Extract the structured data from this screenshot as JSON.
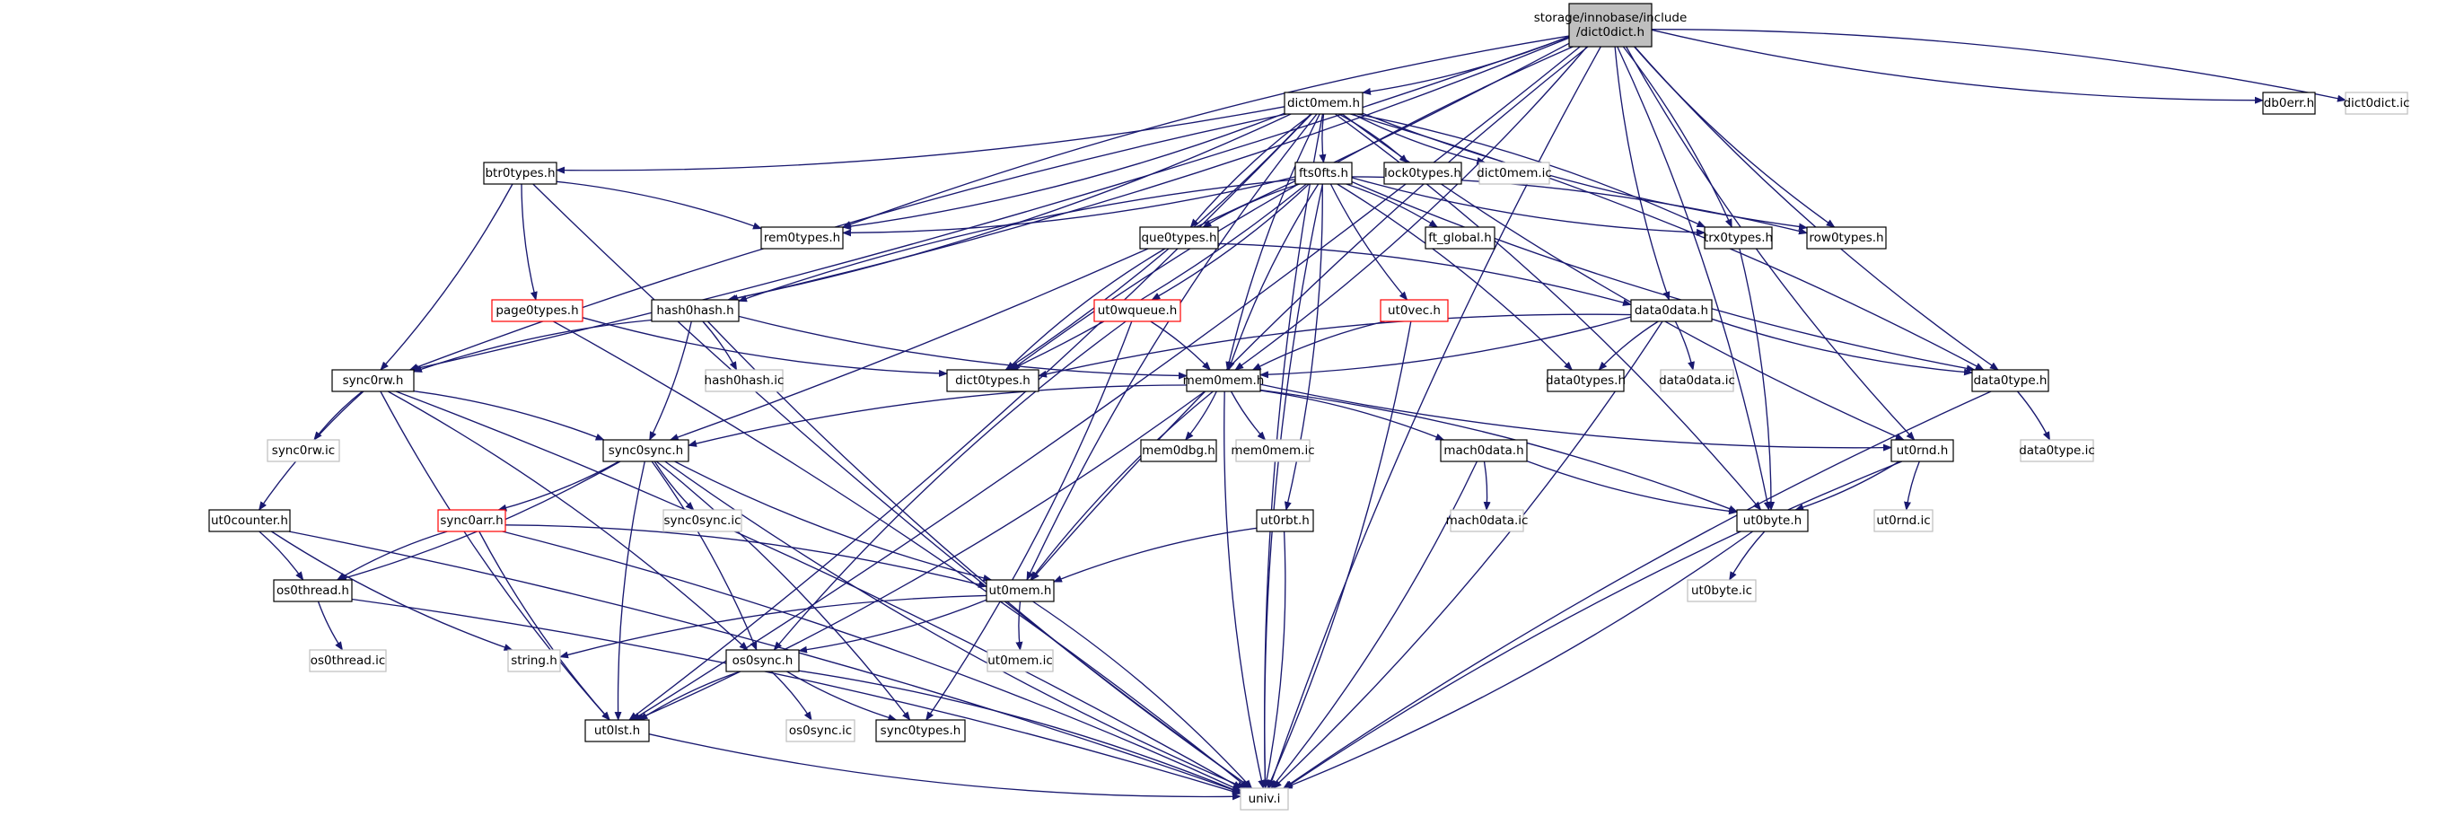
{
  "colors": {
    "edge": "#191970",
    "box_border": "#000000",
    "box_red": "#ff0000",
    "box_leaf": "#bfbfbf",
    "root_fill": "#bfbfbf"
  },
  "nodes": [
    {
      "id": "root",
      "label": "storage/innobase/include\n/dict0dict.h",
      "style": "root"
    },
    {
      "id": "dict0mem_h",
      "label": "dict0mem.h",
      "style": "normal"
    },
    {
      "id": "db0err_h",
      "label": "db0err.h",
      "style": "normal"
    },
    {
      "id": "dict0dict_ic",
      "label": "dict0dict.ic",
      "style": "leaf"
    },
    {
      "id": "btr0types_h",
      "label": "btr0types.h",
      "style": "normal"
    },
    {
      "id": "fts0fts_h",
      "label": "fts0fts.h",
      "style": "normal"
    },
    {
      "id": "lock0types_h",
      "label": "lock0types.h",
      "style": "normal"
    },
    {
      "id": "dict0mem_ic",
      "label": "dict0mem.ic",
      "style": "leaf"
    },
    {
      "id": "rem0types_h",
      "label": "rem0types.h",
      "style": "normal"
    },
    {
      "id": "que0types_h",
      "label": "que0types.h",
      "style": "normal"
    },
    {
      "id": "ft_global_h",
      "label": "ft_global.h",
      "style": "normal"
    },
    {
      "id": "trx0types_h",
      "label": "trx0types.h",
      "style": "normal"
    },
    {
      "id": "row0types_h",
      "label": "row0types.h",
      "style": "normal"
    },
    {
      "id": "page0types_h",
      "label": "page0types.h",
      "style": "red"
    },
    {
      "id": "hash0hash_h",
      "label": "hash0hash.h",
      "style": "normal"
    },
    {
      "id": "ut0wqueue_h",
      "label": "ut0wqueue.h",
      "style": "red"
    },
    {
      "id": "ut0vec_h",
      "label": "ut0vec.h",
      "style": "red"
    },
    {
      "id": "data0data_h",
      "label": "data0data.h",
      "style": "normal"
    },
    {
      "id": "sync0rw_h",
      "label": "sync0rw.h",
      "style": "normal"
    },
    {
      "id": "hash0hash_ic",
      "label": "hash0hash.ic",
      "style": "leaf"
    },
    {
      "id": "dict0types_h",
      "label": "dict0types.h",
      "style": "normal"
    },
    {
      "id": "mem0mem_h",
      "label": "mem0mem.h",
      "style": "normal"
    },
    {
      "id": "data0types_h",
      "label": "data0types.h",
      "style": "normal"
    },
    {
      "id": "data0data_ic",
      "label": "data0data.ic",
      "style": "leaf"
    },
    {
      "id": "data0type_h",
      "label": "data0type.h",
      "style": "normal"
    },
    {
      "id": "sync0rw_ic",
      "label": "sync0rw.ic",
      "style": "leaf"
    },
    {
      "id": "sync0sync_h",
      "label": "sync0sync.h",
      "style": "normal"
    },
    {
      "id": "mem0dbg_h",
      "label": "mem0dbg.h",
      "style": "normal"
    },
    {
      "id": "mem0mem_ic",
      "label": "mem0mem.ic",
      "style": "leaf"
    },
    {
      "id": "mach0data_h",
      "label": "mach0data.h",
      "style": "normal"
    },
    {
      "id": "ut0rnd_h",
      "label": "ut0rnd.h",
      "style": "normal"
    },
    {
      "id": "data0type_ic",
      "label": "data0type.ic",
      "style": "leaf"
    },
    {
      "id": "ut0counter_h",
      "label": "ut0counter.h",
      "style": "normal"
    },
    {
      "id": "sync0arr_h",
      "label": "sync0arr.h",
      "style": "red"
    },
    {
      "id": "sync0sync_ic",
      "label": "sync0sync.ic",
      "style": "leaf"
    },
    {
      "id": "ut0rbt_h",
      "label": "ut0rbt.h",
      "style": "normal"
    },
    {
      "id": "mach0data_ic",
      "label": "mach0data.ic",
      "style": "leaf"
    },
    {
      "id": "ut0byte_h",
      "label": "ut0byte.h",
      "style": "normal"
    },
    {
      "id": "ut0rnd_ic",
      "label": "ut0rnd.ic",
      "style": "leaf"
    },
    {
      "id": "os0thread_h",
      "label": "os0thread.h",
      "style": "normal"
    },
    {
      "id": "ut0mem_h",
      "label": "ut0mem.h",
      "style": "normal"
    },
    {
      "id": "ut0byte_ic",
      "label": "ut0byte.ic",
      "style": "leaf"
    },
    {
      "id": "os0thread_ic",
      "label": "os0thread.ic",
      "style": "leaf"
    },
    {
      "id": "string_h",
      "label": "string.h",
      "style": "leaf"
    },
    {
      "id": "os0sync_h",
      "label": "os0sync.h",
      "style": "normal"
    },
    {
      "id": "ut0mem_ic",
      "label": "ut0mem.ic",
      "style": "leaf"
    },
    {
      "id": "ut0lst_h",
      "label": "ut0lst.h",
      "style": "normal"
    },
    {
      "id": "os0sync_ic",
      "label": "os0sync.ic",
      "style": "leaf"
    },
    {
      "id": "sync0types_h",
      "label": "sync0types.h",
      "style": "normal"
    },
    {
      "id": "univ_i",
      "label": "univ.i",
      "style": "leaf"
    }
  ],
  "edges": [
    [
      "root",
      "dict0mem_h"
    ],
    [
      "root",
      "db0err_h"
    ],
    [
      "root",
      "dict0dict_ic"
    ],
    [
      "root",
      "rem0types_h"
    ],
    [
      "root",
      "trx0types_h"
    ],
    [
      "root",
      "row0types_h"
    ],
    [
      "root",
      "hash0hash_h"
    ],
    [
      "root",
      "data0data_h"
    ],
    [
      "root",
      "sync0rw_h"
    ],
    [
      "root",
      "dict0types_h"
    ],
    [
      "root",
      "mem0mem_h"
    ],
    [
      "root",
      "data0type_h"
    ],
    [
      "root",
      "sync0sync_h"
    ],
    [
      "root",
      "ut0rnd_h"
    ],
    [
      "root",
      "ut0byte_h"
    ],
    [
      "root",
      "ut0mem_h"
    ],
    [
      "root",
      "ut0lst_h"
    ],
    [
      "root",
      "univ_i"
    ],
    [
      "dict0mem_h",
      "btr0types_h"
    ],
    [
      "dict0mem_h",
      "fts0fts_h"
    ],
    [
      "dict0mem_h",
      "lock0types_h"
    ],
    [
      "dict0mem_h",
      "dict0mem_ic"
    ],
    [
      "dict0mem_h",
      "rem0types_h"
    ],
    [
      "dict0mem_h",
      "que0types_h"
    ],
    [
      "dict0mem_h",
      "trx0types_h"
    ],
    [
      "dict0mem_h",
      "row0types_h"
    ],
    [
      "dict0mem_h",
      "hash0hash_h"
    ],
    [
      "dict0mem_h",
      "sync0rw_h"
    ],
    [
      "dict0mem_h",
      "dict0types_h"
    ],
    [
      "dict0mem_h",
      "mem0mem_h"
    ],
    [
      "dict0mem_h",
      "data0type_h"
    ],
    [
      "dict0mem_h",
      "ut0rnd_h"
    ],
    [
      "dict0mem_h",
      "ut0byte_h"
    ],
    [
      "dict0mem_h",
      "ut0mem_h"
    ],
    [
      "dict0mem_h",
      "ut0lst_h"
    ],
    [
      "dict0mem_h",
      "univ_i"
    ],
    [
      "btr0types_h",
      "rem0types_h"
    ],
    [
      "btr0types_h",
      "page0types_h"
    ],
    [
      "btr0types_h",
      "sync0rw_h"
    ],
    [
      "btr0types_h",
      "univ_i"
    ],
    [
      "fts0fts_h",
      "rem0types_h"
    ],
    [
      "fts0fts_h",
      "que0types_h"
    ],
    [
      "fts0fts_h",
      "ft_global_h"
    ],
    [
      "fts0fts_h",
      "trx0types_h"
    ],
    [
      "fts0fts_h",
      "row0types_h"
    ],
    [
      "fts0fts_h",
      "hash0hash_h"
    ],
    [
      "fts0fts_h",
      "ut0wqueue_h"
    ],
    [
      "fts0fts_h",
      "ut0vec_h"
    ],
    [
      "fts0fts_h",
      "dict0types_h"
    ],
    [
      "fts0fts_h",
      "mem0mem_h"
    ],
    [
      "fts0fts_h",
      "data0types_h"
    ],
    [
      "fts0fts_h",
      "data0type_h"
    ],
    [
      "fts0fts_h",
      "ut0rbt_h"
    ],
    [
      "fts0fts_h",
      "univ_i"
    ],
    [
      "que0types_h",
      "data0data_h"
    ],
    [
      "que0types_h",
      "dict0types_h"
    ],
    [
      "trx0types_h",
      "ut0byte_h"
    ],
    [
      "page0types_h",
      "dict0types_h"
    ],
    [
      "page0types_h",
      "univ_i"
    ],
    [
      "hash0hash_h",
      "sync0rw_h"
    ],
    [
      "hash0hash_h",
      "hash0hash_ic"
    ],
    [
      "hash0hash_h",
      "mem0mem_h"
    ],
    [
      "hash0hash_h",
      "sync0sync_h"
    ],
    [
      "hash0hash_h",
      "univ_i"
    ],
    [
      "ut0wqueue_h",
      "mem0mem_h"
    ],
    [
      "ut0wqueue_h",
      "os0sync_h"
    ],
    [
      "ut0wqueue_h",
      "sync0types_h"
    ],
    [
      "ut0vec_h",
      "mem0mem_h"
    ],
    [
      "ut0vec_h",
      "univ_i"
    ],
    [
      "data0data_h",
      "dict0types_h"
    ],
    [
      "data0data_h",
      "mem0mem_h"
    ],
    [
      "data0data_h",
      "data0types_h"
    ],
    [
      "data0data_h",
      "data0data_ic"
    ],
    [
      "data0data_h",
      "data0type_h"
    ],
    [
      "data0data_h",
      "univ_i"
    ],
    [
      "sync0rw_h",
      "sync0rw_ic"
    ],
    [
      "sync0rw_h",
      "sync0sync_h"
    ],
    [
      "sync0rw_h",
      "ut0counter_h"
    ],
    [
      "sync0rw_h",
      "os0sync_h"
    ],
    [
      "sync0rw_h",
      "ut0lst_h"
    ],
    [
      "sync0rw_h",
      "univ_i"
    ],
    [
      "mem0mem_h",
      "sync0sync_h"
    ],
    [
      "mem0mem_h",
      "mem0dbg_h"
    ],
    [
      "mem0mem_h",
      "mem0mem_ic"
    ],
    [
      "mem0mem_h",
      "mach0data_h"
    ],
    [
      "mem0mem_h",
      "ut0rnd_h"
    ],
    [
      "mem0mem_h",
      "ut0byte_h"
    ],
    [
      "mem0mem_h",
      "ut0mem_h"
    ],
    [
      "mem0mem_h",
      "ut0lst_h"
    ],
    [
      "mem0mem_h",
      "univ_i"
    ],
    [
      "data0type_h",
      "data0type_ic"
    ],
    [
      "data0type_h",
      "univ_i"
    ],
    [
      "sync0sync_h",
      "sync0arr_h"
    ],
    [
      "sync0sync_h",
      "sync0sync_ic"
    ],
    [
      "sync0sync_h",
      "os0thread_h"
    ],
    [
      "sync0sync_h",
      "ut0mem_h"
    ],
    [
      "sync0sync_h",
      "os0sync_h"
    ],
    [
      "sync0sync_h",
      "ut0lst_h"
    ],
    [
      "sync0sync_h",
      "sync0types_h"
    ],
    [
      "sync0sync_h",
      "univ_i"
    ],
    [
      "mach0data_h",
      "mach0data_ic"
    ],
    [
      "mach0data_h",
      "ut0byte_h"
    ],
    [
      "mach0data_h",
      "univ_i"
    ],
    [
      "ut0rnd_h",
      "ut0rnd_ic"
    ],
    [
      "ut0rnd_h",
      "ut0byte_h"
    ],
    [
      "ut0rnd_h",
      "univ_i"
    ],
    [
      "ut0counter_h",
      "os0thread_h"
    ],
    [
      "ut0counter_h",
      "string_h"
    ],
    [
      "ut0counter_h",
      "univ_i"
    ],
    [
      "sync0arr_h",
      "os0thread_h"
    ],
    [
      "sync0arr_h",
      "ut0mem_h"
    ],
    [
      "sync0arr_h",
      "ut0lst_h"
    ],
    [
      "sync0arr_h",
      "univ_i"
    ],
    [
      "ut0rbt_h",
      "ut0mem_h"
    ],
    [
      "ut0rbt_h",
      "univ_i"
    ],
    [
      "ut0byte_h",
      "ut0byte_ic"
    ],
    [
      "ut0byte_h",
      "univ_i"
    ],
    [
      "os0thread_h",
      "os0thread_ic"
    ],
    [
      "os0thread_h",
      "univ_i"
    ],
    [
      "ut0mem_h",
      "string_h"
    ],
    [
      "ut0mem_h",
      "os0sync_h"
    ],
    [
      "ut0mem_h",
      "ut0mem_ic"
    ],
    [
      "ut0mem_h",
      "univ_i"
    ],
    [
      "os0sync_h",
      "ut0lst_h"
    ],
    [
      "os0sync_h",
      "os0sync_ic"
    ],
    [
      "os0sync_h",
      "sync0types_h"
    ],
    [
      "os0sync_h",
      "univ_i"
    ],
    [
      "ut0lst_h",
      "univ_i"
    ]
  ]
}
